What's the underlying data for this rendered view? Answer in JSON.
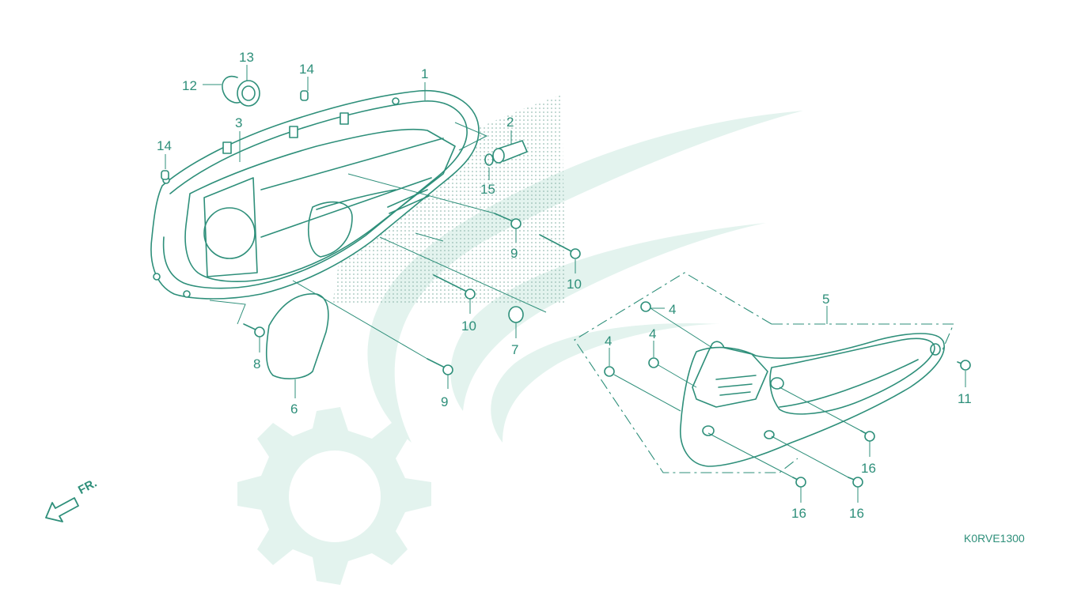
{
  "diagram": {
    "reference_code": "K0RVE1300",
    "front_indicator": "FR.",
    "colors": {
      "line": "#2e8f7a",
      "watermark": "#e3f3ee",
      "background": "#ffffff"
    },
    "callouts": [
      {
        "id": "c1",
        "label": "1"
      },
      {
        "id": "c2",
        "label": "2"
      },
      {
        "id": "c3",
        "label": "3"
      },
      {
        "id": "c4a",
        "label": "4"
      },
      {
        "id": "c4b",
        "label": "4"
      },
      {
        "id": "c4c",
        "label": "4"
      },
      {
        "id": "c5",
        "label": "5"
      },
      {
        "id": "c6",
        "label": "6"
      },
      {
        "id": "c7",
        "label": "7"
      },
      {
        "id": "c8",
        "label": "8"
      },
      {
        "id": "c9a",
        "label": "9"
      },
      {
        "id": "c9b",
        "label": "9"
      },
      {
        "id": "c10a",
        "label": "10"
      },
      {
        "id": "c10b",
        "label": "10"
      },
      {
        "id": "c11",
        "label": "11"
      },
      {
        "id": "c12",
        "label": "12"
      },
      {
        "id": "c13",
        "label": "13"
      },
      {
        "id": "c14a",
        "label": "14"
      },
      {
        "id": "c14b",
        "label": "14"
      },
      {
        "id": "c15",
        "label": "15"
      },
      {
        "id": "c16a",
        "label": "16"
      },
      {
        "id": "c16b",
        "label": "16"
      },
      {
        "id": "c16c",
        "label": "16"
      }
    ]
  }
}
